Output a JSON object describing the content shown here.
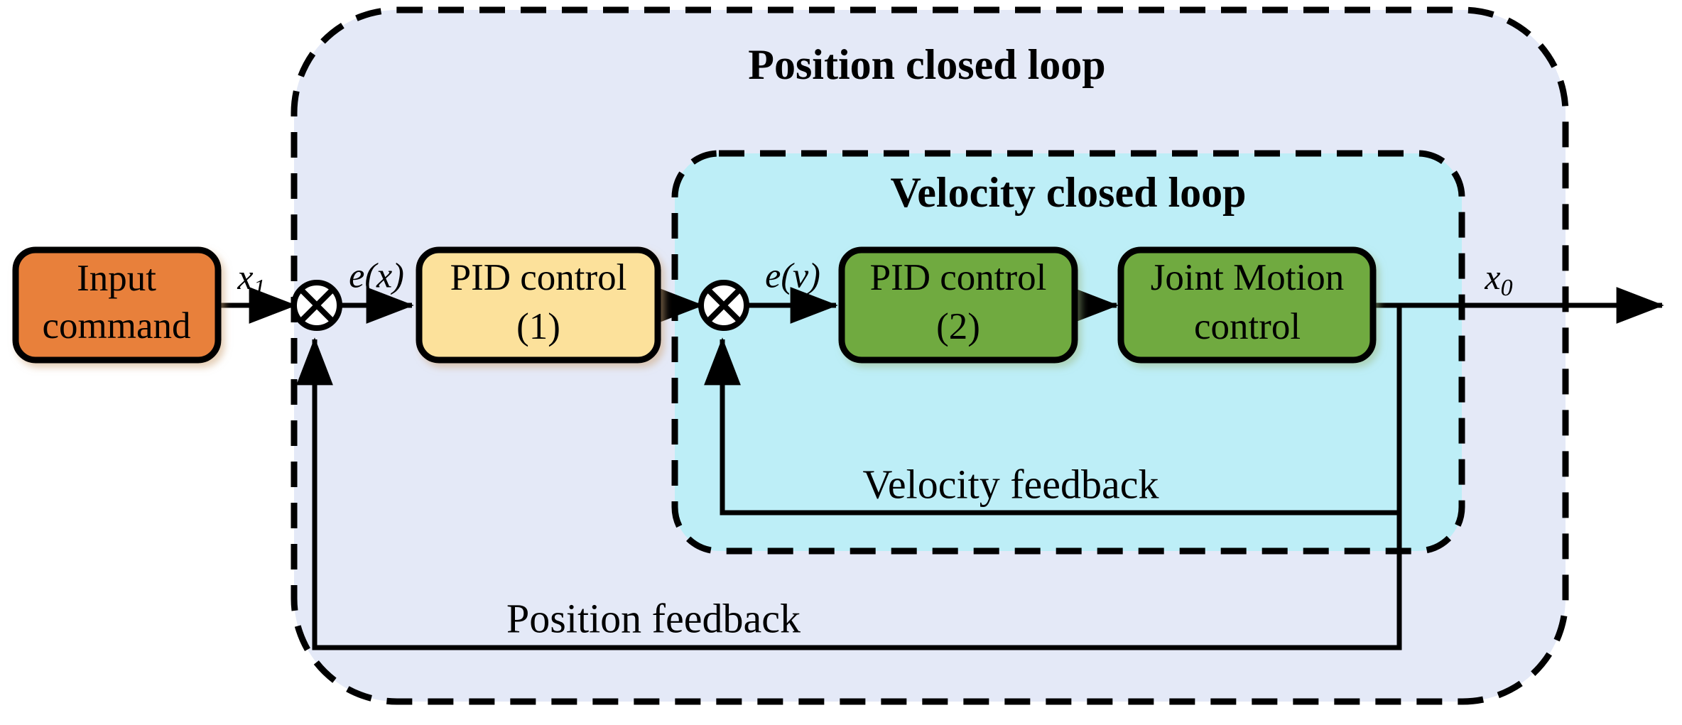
{
  "diagram": {
    "type": "control-block-diagram",
    "outer_loop": {
      "title": "Position closed loop",
      "fill_color": "#e4e9f7",
      "border_style": "dashed"
    },
    "inner_loop": {
      "title": "Velocity closed loop",
      "fill_color": "#bdeef7",
      "border_style": "dashed"
    },
    "blocks": [
      {
        "id": "input-command",
        "label_line1": "Input",
        "label_line2": "command",
        "fill_color": "#e8803a"
      },
      {
        "id": "pid-control-1",
        "label_line1": "PID control",
        "label_line2": "(1)",
        "fill_color": "#fce19b"
      },
      {
        "id": "pid-control-2",
        "label_line1": "PID control",
        "label_line2": "(2)",
        "fill_color": "#6faa41"
      },
      {
        "id": "joint-motion-control",
        "label_line1": "Joint Motion",
        "label_line2": "control",
        "fill_color": "#6faa41"
      }
    ],
    "signals": {
      "input_signal": "x",
      "input_signal_sub": "1",
      "position_error": "e(x)",
      "velocity_error": "e(v)",
      "output_signal": "x",
      "output_signal_sub": "0"
    },
    "feedback_paths": [
      {
        "id": "velocity-feedback",
        "label": "Velocity feedback"
      },
      {
        "id": "position-feedback",
        "label": "Position feedback"
      }
    ],
    "summing_junctions": [
      {
        "id": "position-summing-junction",
        "symbol": "circle-cross"
      },
      {
        "id": "velocity-summing-junction",
        "symbol": "circle-cross"
      }
    ]
  }
}
